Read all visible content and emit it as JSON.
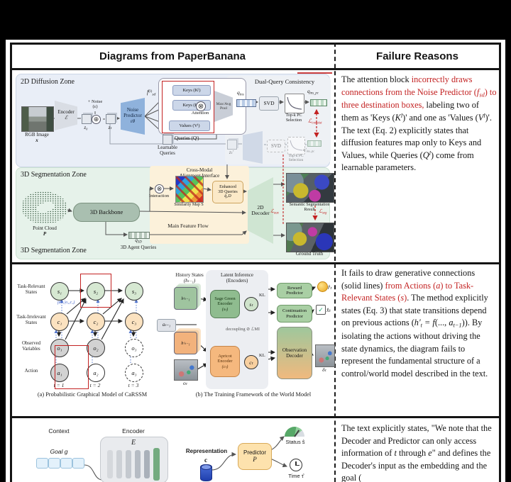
{
  "palette": {
    "annotation_red": "#c32222"
  },
  "header": {
    "left": "Diagrams from PaperBanana",
    "right": "Failure Reasons"
  },
  "icons": {
    "oplus": "⊕",
    "otimes": "⊗",
    "check": "✓"
  },
  "d1": {
    "zone2d": "2D Diffusion Zone",
    "rgb_caption": "RGB Image",
    "rgb_var": "x",
    "encoder_label": "Encoder",
    "encoder_var": "ℰ",
    "z0": "z₀",
    "zt": "zₜ",
    "ztp": "zₜ′",
    "noise_1": "+ Noise",
    "noise_2": "(ε)",
    "np_1": "Noise",
    "np_2": "Predictor",
    "np_var": "εθ",
    "fsd_base": "f",
    "fsd_sub": "sd",
    "fsd_sup": "(l)",
    "keys_a": "Keys (Kˡ)",
    "keys_b": "Keys (Kˡ)",
    "values": "Values (Vˡ)",
    "attention": "Attention",
    "pool_1": "Max/Avg",
    "pool_2": "Pool",
    "queries": "Queries (Qˡ)",
    "learnable_1": "Learnable",
    "learnable_2": "Queries",
    "dq_title": "Dual-Query Consistency",
    "qins_base": "q",
    "qins_sub": "ins",
    "svd_a": "SVD",
    "svd_b": "SVD",
    "topk_a1": "Top-k PC",
    "topk_a2": "Selection",
    "topk_b1": "Top-k PC",
    "topk_b2": "Selection",
    "qinspc_base": "q",
    "qinspc_sub": "ins_pc",
    "qinspc2_base": "q′",
    "qinspc2_sub": "ins_pc",
    "lconsist_base": "ℒ",
    "lconsist_sub": "consist",
    "zone3d": "3D Segmentation Zone",
    "zone3d_bottom": "3D Segmentation Zone",
    "pc_1": "Point Cloud",
    "pc_2": "P",
    "backbone": "3D Backbone",
    "cm_1": "Cross-Modal",
    "cm_2": "Alignment Interface",
    "interaction": "Interaction",
    "simmap": "Similarity Map S",
    "enh_1": "Enhanced",
    "enh_2": "3D Queries",
    "enh_3": "q̂₃D",
    "dec_1": "2D",
    "dec_2": "Decoder",
    "sem_1": "Semantic Segmentation",
    "sem_2": "Result",
    "lseg_base": "ℒ",
    "lseg_sub": "seg",
    "laux_base": "ℒ",
    "laux_sub": "aux",
    "gt": "Ground Truth",
    "q3d_base": "q",
    "q3d_sub": "3D",
    "agent_queries": "3D Agent Queries",
    "main_flow": "Main Feature Flow"
  },
  "d2": {
    "rl_1a": "Task-Relevant",
    "rl_1b": "States",
    "rl_2a": "Task-Irrelevant",
    "rl_2b": "States",
    "rl_3a": "Observed",
    "rl_3b": "Variables",
    "rl_4": "Action",
    "s": [
      "s₁",
      "s₂",
      "s₃"
    ],
    "c": [
      "c₁",
      "c₂",
      "c₃"
    ],
    "o": [
      "o₁",
      "o₂",
      "o₃"
    ],
    "a": [
      "a₁",
      "a₂",
      "a₃"
    ],
    "t": [
      "t = 1",
      "t = 2",
      "t = 3"
    ],
    "posterior": "p(s₂|o₂,c₂)",
    "caption_a": "(a) Probabilistic Graphical Model of CaRSSM",
    "caption_b": "(b) The Training Framework of the World Model",
    "history_1": "History States",
    "history_2": "(hₜ₋₁)",
    "hs": "hˢₜ₋₁",
    "hc": "hᶜₜ₋₁",
    "at_prev": "aₜ₋₁",
    "latent_1": "Latent Inference",
    "latent_2": "(Encoders)",
    "sage_1": "Sage Green",
    "sage_2": "Encoder",
    "sage_3": "(sₜ)",
    "apricot_1": "Apricot",
    "apricot_2": "Encoder",
    "apricot_3": "(cₜ)",
    "st": "sₜ",
    "ct": "cₜ",
    "kl_a": "KL",
    "kl_b": "KL",
    "decoupling": "decoupling ⊘ ℒMI",
    "reward_1": "Reward",
    "reward_2": "Predictor",
    "cont_1": "Continuation",
    "cont_2": "Predictor",
    "obs_1": "Observation",
    "obs_2": "Decoder",
    "rt": "r̂ₜ",
    "xt": "x̂ₜ",
    "ot": "oₜ",
    "dt": "δₜ"
  },
  "d3": {
    "context": "Context",
    "goal": "Goal g",
    "encoder": "Encoder",
    "encoder_var": "E",
    "rep_1": "Representation",
    "rep_2": "c",
    "pred_1": "Predictor",
    "pred_2": "P",
    "status": "Status ŝ",
    "time": "Time τ̂"
  },
  "failures": {
    "r1": [
      {
        "t": "The attention block "
      },
      {
        "t": "incorrectly draws connections from the Noise Predictor (",
        "c": "red"
      },
      {
        "t": "f",
        "c": "red",
        "i": true
      },
      {
        "t": "sd",
        "c": "red",
        "i": true,
        "b": "sub"
      },
      {
        "t": ") to three destination boxes,",
        "c": "red"
      },
      {
        "t": " labeling two of them as 'Keys ("
      },
      {
        "t": "K",
        "i": true
      },
      {
        "t": "l",
        "i": true,
        "b": "sup"
      },
      {
        "t": ")' and one as 'Values ("
      },
      {
        "t": "V",
        "i": true
      },
      {
        "t": "l",
        "i": true,
        "b": "sup"
      },
      {
        "t": ")'. The text (Eq. 2) explicitly states that diffusion features map only to Keys and Values, while Queries ("
      },
      {
        "t": "Q",
        "i": true
      },
      {
        "t": "l",
        "i": true,
        "b": "sup"
      },
      {
        "t": ") come from learnable parameters."
      }
    ],
    "r2": [
      {
        "t": "It fails to draw generative connections (solid lines) "
      },
      {
        "t": "from Actions (",
        "c": "red"
      },
      {
        "t": "a",
        "c": "red",
        "i": true
      },
      {
        "t": ") to Task-Relevant States (",
        "c": "red"
      },
      {
        "t": "s",
        "c": "red",
        "i": true
      },
      {
        "t": ")",
        "c": "red"
      },
      {
        "t": ". The method explicitly states (Eq. 3) that state transitions depend on previous actions ("
      },
      {
        "t": "h′",
        "i": true
      },
      {
        "t": "t",
        "i": true,
        "b": "sub"
      },
      {
        "t": " = ",
        "i": true
      },
      {
        "t": "f",
        "i": true
      },
      {
        "t": "(..., "
      },
      {
        "t": "a",
        "i": true
      },
      {
        "t": "t−1",
        "i": true,
        "b": "sub"
      },
      {
        "t": ")). By isolating the actions without driving the state dynamics, the diagram fails to represent the fundamental structure of a control/world model described in the text."
      }
    ],
    "r3": [
      {
        "t": "The text explicitly states, \"We note that the Decoder and Predictor can only access information of "
      },
      {
        "t": "t",
        "i": true
      },
      {
        "t": " through "
      },
      {
        "t": "e",
        "i": true
      },
      {
        "t": "\" and defines the Decoder's input as the embedding and the goal ("
      }
    ]
  }
}
